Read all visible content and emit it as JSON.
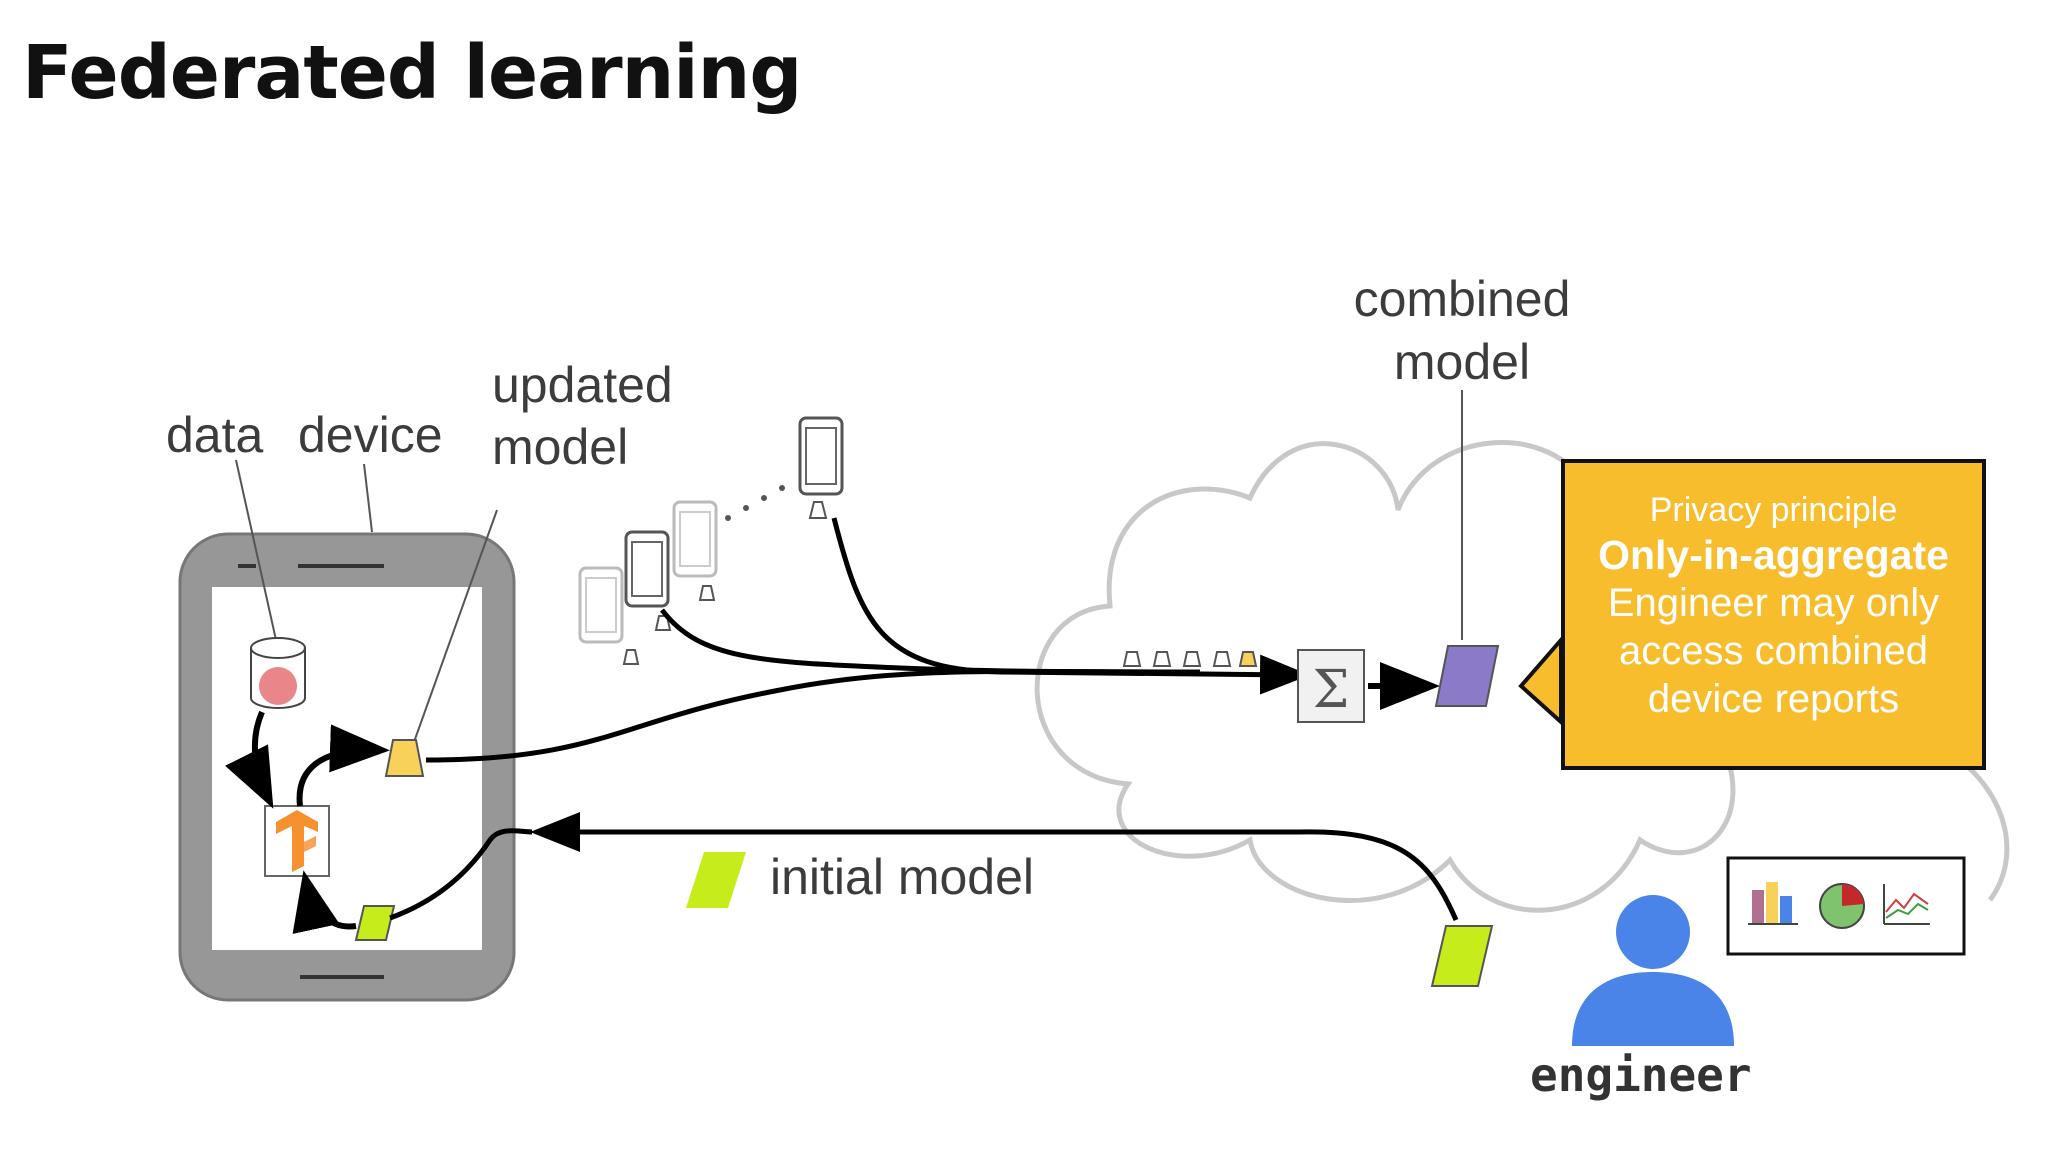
{
  "title": "Federated learning",
  "labels": {
    "data": "data",
    "device": "device",
    "updated_model": [
      "updated",
      "model"
    ],
    "combined_model": [
      "combined",
      "model"
    ],
    "initial_model": "initial model",
    "engineer": "engineer",
    "sum_symbol": "Σ"
  },
  "privacy_box": {
    "heading": "Privacy principle",
    "principle": "Only-in-aggregate",
    "lines": [
      "Engineer may only",
      "access combined",
      "device reports"
    ]
  },
  "icons": {
    "database": "cylinder-database-icon",
    "tensorflow": "tensorflow-logo-icon",
    "engineer": "person-icon",
    "dashboard": "charts-dashboard-icon"
  },
  "colors": {
    "updated_model": "#f8d15a",
    "initial_model": "#c6ec1b",
    "combined_model": "#8b7ac8",
    "privacy_box": "#f8bd2d",
    "engineer": "#4a84e8",
    "tensorflow": "#f5922f",
    "cloud_outline": "#c8c8c8",
    "device_frame": "#979797"
  }
}
